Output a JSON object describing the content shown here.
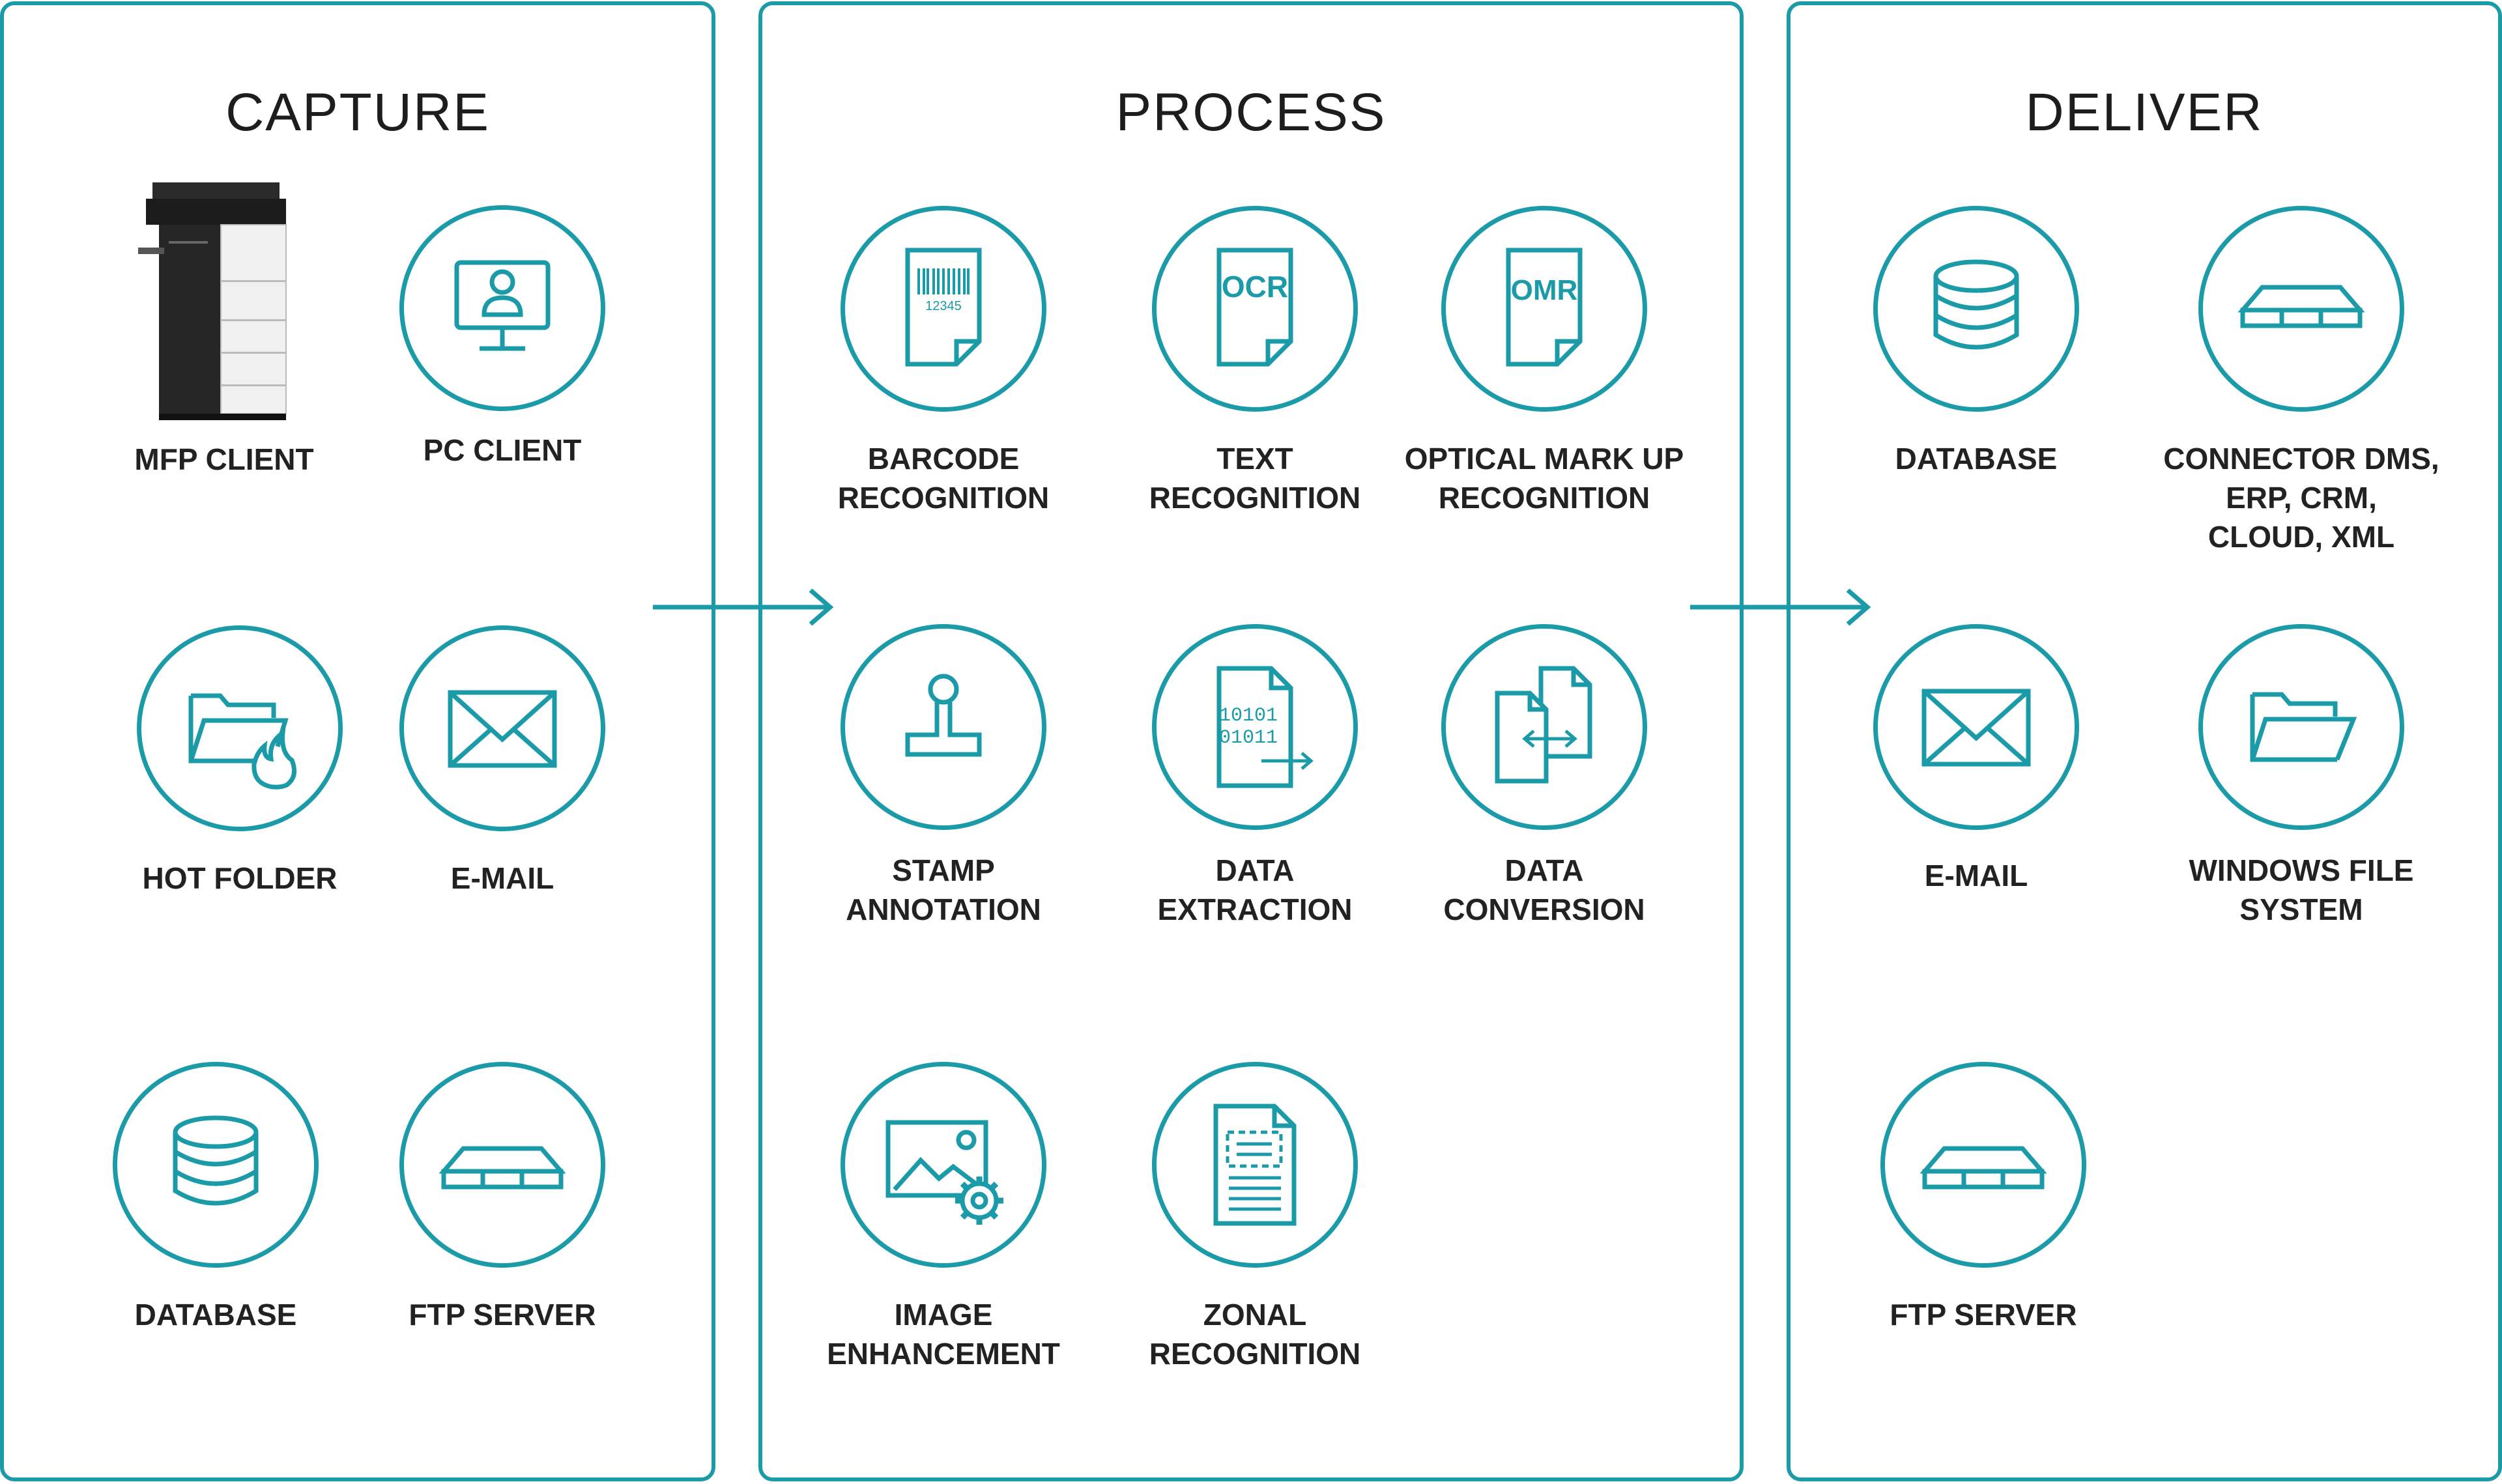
{
  "capture": {
    "title": "CAPTURE",
    "mfp_client": "MFP CLIENT",
    "pc_client": "PC CLIENT",
    "hot_folder": "HOT FOLDER",
    "email": "E-MAIL",
    "database": "DATABASE",
    "ftp_server": "FTP SERVER"
  },
  "process": {
    "title": "PROCESS",
    "barcode": "BARCODE\nRECOGNITION",
    "barcode_digits": "12345",
    "text": "TEXT\nRECOGNITION",
    "ocr_glyph": "OCR",
    "omr": "OPTICAL MARK UP\nRECOGNITION",
    "omr_glyph": "OMR",
    "stamp": "STAMP\nANNOTATION",
    "extraction": "DATA\nEXTRACTION",
    "binary_1": "10101",
    "binary_2": "01011",
    "conversion": "DATA\nCONVERSION",
    "image": "IMAGE\nENHANCEMENT",
    "zonal": "ZONAL\nRECOGNITION"
  },
  "deliver": {
    "title": "DELIVER",
    "database": "DATABASE",
    "connector": "CONNECTOR DMS,\nERP, CRM,\nCLOUD, XML",
    "email": "E-MAIL",
    "windows": "WINDOWS FILE\nSYSTEM",
    "ftp_server": "FTP SERVER"
  },
  "colors": {
    "accent": "#1b9aa8",
    "text": "#222222"
  }
}
